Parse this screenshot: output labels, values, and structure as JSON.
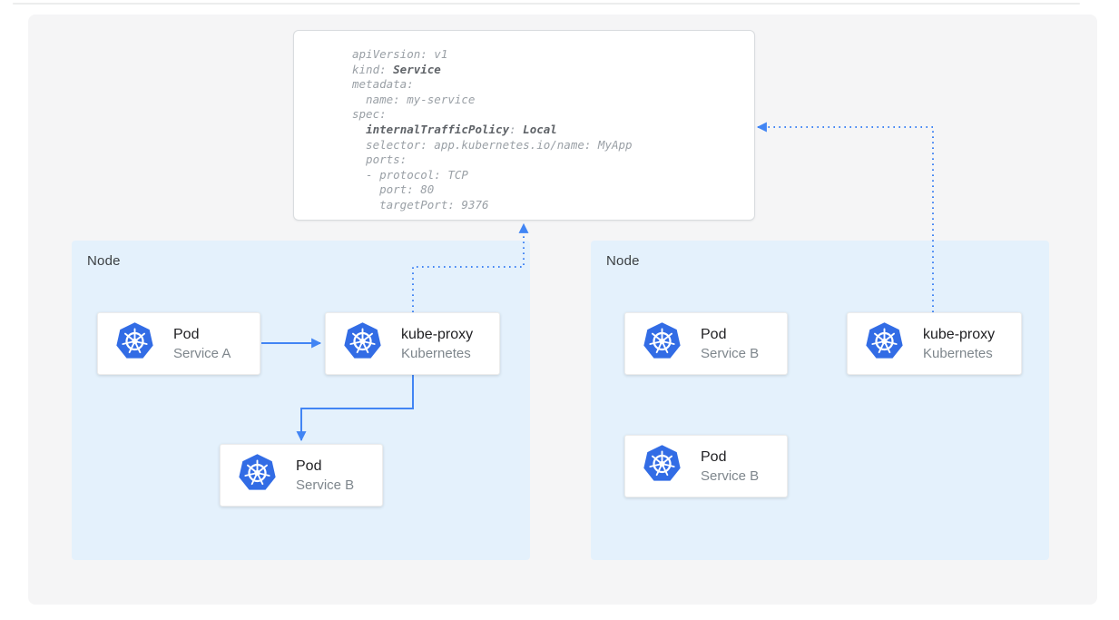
{
  "colors": {
    "arrow": "#4285F4",
    "node_bg": "#E4F1FC",
    "panel_bg": "#F5F5F6",
    "logo_blue": "#326CE5",
    "code_regular": "#9AA0A6",
    "code_bold": "#5F6368"
  },
  "yaml_card": {
    "lines": [
      [
        {
          "t": "apiVersion: v1",
          "b": false
        }
      ],
      [
        {
          "t": "kind: ",
          "b": false
        },
        {
          "t": "Service",
          "b": true
        }
      ],
      [
        {
          "t": "metadata:",
          "b": false
        }
      ],
      [
        {
          "t": "  name: my-service",
          "b": false
        }
      ],
      [
        {
          "t": "spec:",
          "b": false
        }
      ],
      [
        {
          "t": "  ",
          "b": false
        },
        {
          "t": "internalTrafficPolicy",
          "b": true
        },
        {
          "t": ": ",
          "b": false
        },
        {
          "t": "Local",
          "b": true
        }
      ],
      [
        {
          "t": "  selector: app.kubernetes.io/name: MyApp",
          "b": false
        }
      ],
      [
        {
          "t": "  ports:",
          "b": false
        }
      ],
      [
        {
          "t": "  - protocol: TCP",
          "b": false
        }
      ],
      [
        {
          "t": "    port: 80",
          "b": false
        }
      ],
      [
        {
          "t": "    targetPort: 9376",
          "b": false
        }
      ]
    ]
  },
  "nodes": [
    {
      "label": "Node",
      "components": [
        {
          "title": "Pod",
          "subtitle": "Service A"
        },
        {
          "title": "kube-proxy",
          "subtitle": "Kubernetes"
        },
        {
          "title": "Pod",
          "subtitle": "Service B"
        }
      ]
    },
    {
      "label": "Node",
      "components": [
        {
          "title": "Pod",
          "subtitle": "Service B"
        },
        {
          "title": "kube-proxy",
          "subtitle": "Kubernetes"
        },
        {
          "title": "Pod",
          "subtitle": "Service B"
        }
      ]
    }
  ]
}
